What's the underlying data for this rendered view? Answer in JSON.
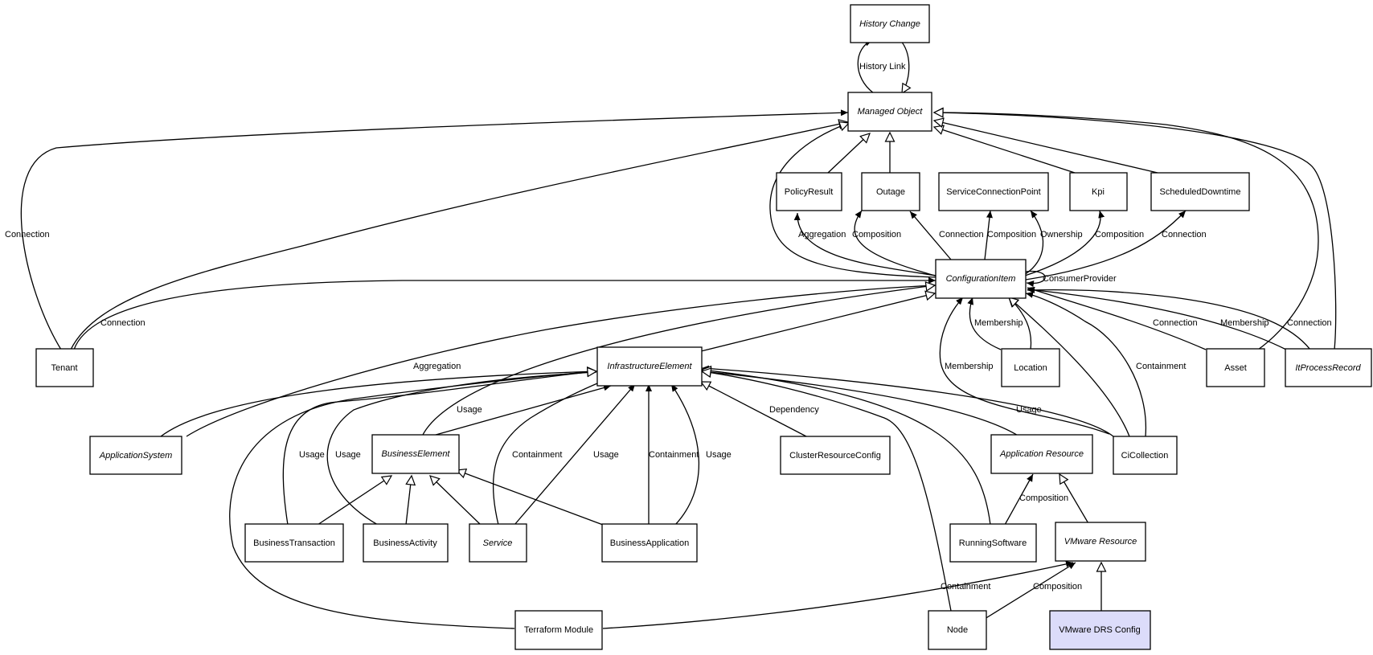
{
  "diagram": {
    "nodes": {
      "history_change": {
        "label": "History Change",
        "abstract": true
      },
      "managed_object": {
        "label": "Managed Object",
        "abstract": true
      },
      "policy_result": {
        "label": "PolicyResult",
        "abstract": false
      },
      "outage": {
        "label": "Outage",
        "abstract": false
      },
      "service_connection_point": {
        "label": "ServiceConnectionPoint",
        "abstract": false
      },
      "kpi": {
        "label": "Kpi",
        "abstract": false
      },
      "scheduled_downtime": {
        "label": "ScheduledDowntime",
        "abstract": false
      },
      "configuration_item": {
        "label": "ConfigurationItem",
        "abstract": true
      },
      "tenant": {
        "label": "Tenant",
        "abstract": false
      },
      "infrastructure_element": {
        "label": "InfrastructureElement",
        "abstract": true
      },
      "location": {
        "label": "Location",
        "abstract": false
      },
      "asset": {
        "label": "Asset",
        "abstract": false
      },
      "it_process_record": {
        "label": "ItProcessRecord",
        "abstract": true
      },
      "application_system": {
        "label": "ApplicationSystem",
        "abstract": true
      },
      "business_element": {
        "label": "BusinessElement",
        "abstract": true
      },
      "cluster_resource_config": {
        "label": "ClusterResourceConfig",
        "abstract": false
      },
      "application_resource": {
        "label": "Application Resource",
        "abstract": true
      },
      "ci_collection": {
        "label": "CiCollection",
        "abstract": false
      },
      "business_transaction": {
        "label": "BusinessTransaction",
        "abstract": false
      },
      "business_activity": {
        "label": "BusinessActivity",
        "abstract": false
      },
      "service": {
        "label": "Service",
        "abstract": true
      },
      "business_application": {
        "label": "BusinessApplication",
        "abstract": false
      },
      "running_software": {
        "label": "RunningSoftware",
        "abstract": false
      },
      "vmware_resource": {
        "label": "VMware Resource",
        "abstract": true
      },
      "terraform_module": {
        "label": "Terraform Module",
        "abstract": false
      },
      "node": {
        "label": "Node",
        "abstract": false
      },
      "vmware_drs_config": {
        "label": "VMware DRS Config",
        "abstract": false,
        "highlight": true
      }
    },
    "edge_labels": {
      "history_link": "History Link",
      "tenant_connection_mo": "Connection",
      "ci_aggregation_policy": "Aggregation",
      "ci_composition_outage": "Composition",
      "ci_connection_outage": "Connection",
      "ci_composition_scp": "Composition",
      "ci_ownership_scp": "Ownership",
      "ci_composition_kpi": "Composition",
      "ci_connection_downtime": "Connection",
      "ci_consumer_provider": "ConsumerProvider",
      "tenant_connection_ci": "Connection",
      "location_membership": "Membership",
      "asset_connection": "Connection",
      "itpr_membership": "Membership",
      "itpr_connection": "Connection",
      "appsys_aggregation": "Aggregation",
      "cicollection_membership": "Membership",
      "cicollection_containment": "Containment",
      "bizelement_usage": "Usage",
      "cluster_dependency": "Dependency",
      "cicollection_usage": "Usage",
      "biztransaction_usage": "Usage",
      "bizactivity_usage": "Usage",
      "service_containment": "Containment",
      "bizapp_usage_left": "Usage",
      "bizapp_containment": "Containment",
      "bizapp_usage_right": "Usage",
      "runningsoftware_composition": "Composition",
      "terraform_containment": "Containment",
      "node_composition": "Composition"
    },
    "colors": {
      "box_fill": "#ffffff",
      "highlight_fill": "#dcdcfa",
      "stroke": "#000000"
    }
  }
}
